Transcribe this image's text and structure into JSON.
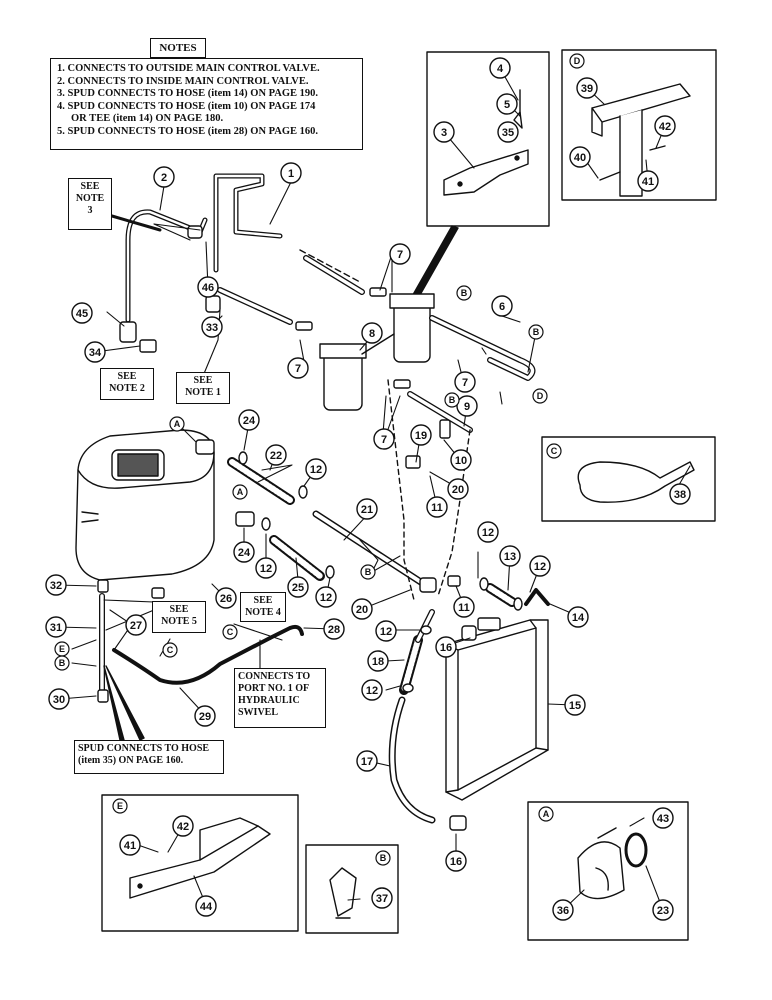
{
  "notes": {
    "title": "NOTES",
    "items": [
      "1. CONNECTS TO OUTSIDE MAIN CONTROL VALVE.",
      "2. CONNECTS TO INSIDE MAIN CONTROL VALVE.",
      "3. SPUD CONNECTS TO HOSE (item 14) ON PAGE 190.",
      "4. SPUD CONNECTS TO HOSE (item 10) ON PAGE 174",
      "OR TEE (item 14) ON PAGE 180.",
      "5. SPUD CONNECTS TO HOSE (item 28) ON PAGE 160."
    ]
  },
  "callouts": {
    "see_note_3": [
      "SEE",
      "NOTE",
      "3"
    ],
    "see_note_2": [
      "SEE",
      "NOTE 2"
    ],
    "see_note_1": [
      "SEE",
      "NOTE 1"
    ],
    "see_note_5": [
      "SEE",
      "NOTE 5"
    ],
    "see_note_4": [
      "SEE",
      "NOTE 4"
    ],
    "port_note": [
      "CONNECTS TO",
      "PORT NO. 1 OF",
      "HYDRAULIC",
      "SWIVEL"
    ],
    "spud_note": [
      "SPUD CONNECTS TO HOSE",
      "(item 35) ON PAGE 160."
    ]
  },
  "detail_letters": [
    "A",
    "B",
    "C",
    "D",
    "E"
  ],
  "part_numbers": [
    "1",
    "2",
    "3",
    "4",
    "5",
    "6",
    "7",
    "8",
    "9",
    "10",
    "11",
    "12",
    "13",
    "14",
    "15",
    "16",
    "17",
    "18",
    "19",
    "20",
    "21",
    "22",
    "23",
    "24",
    "25",
    "26",
    "27",
    "28",
    "29",
    "30",
    "31",
    "32",
    "33",
    "34",
    "35",
    "36",
    "37",
    "38",
    "39",
    "40",
    "41",
    "42",
    "43",
    "44",
    "45",
    "46"
  ]
}
